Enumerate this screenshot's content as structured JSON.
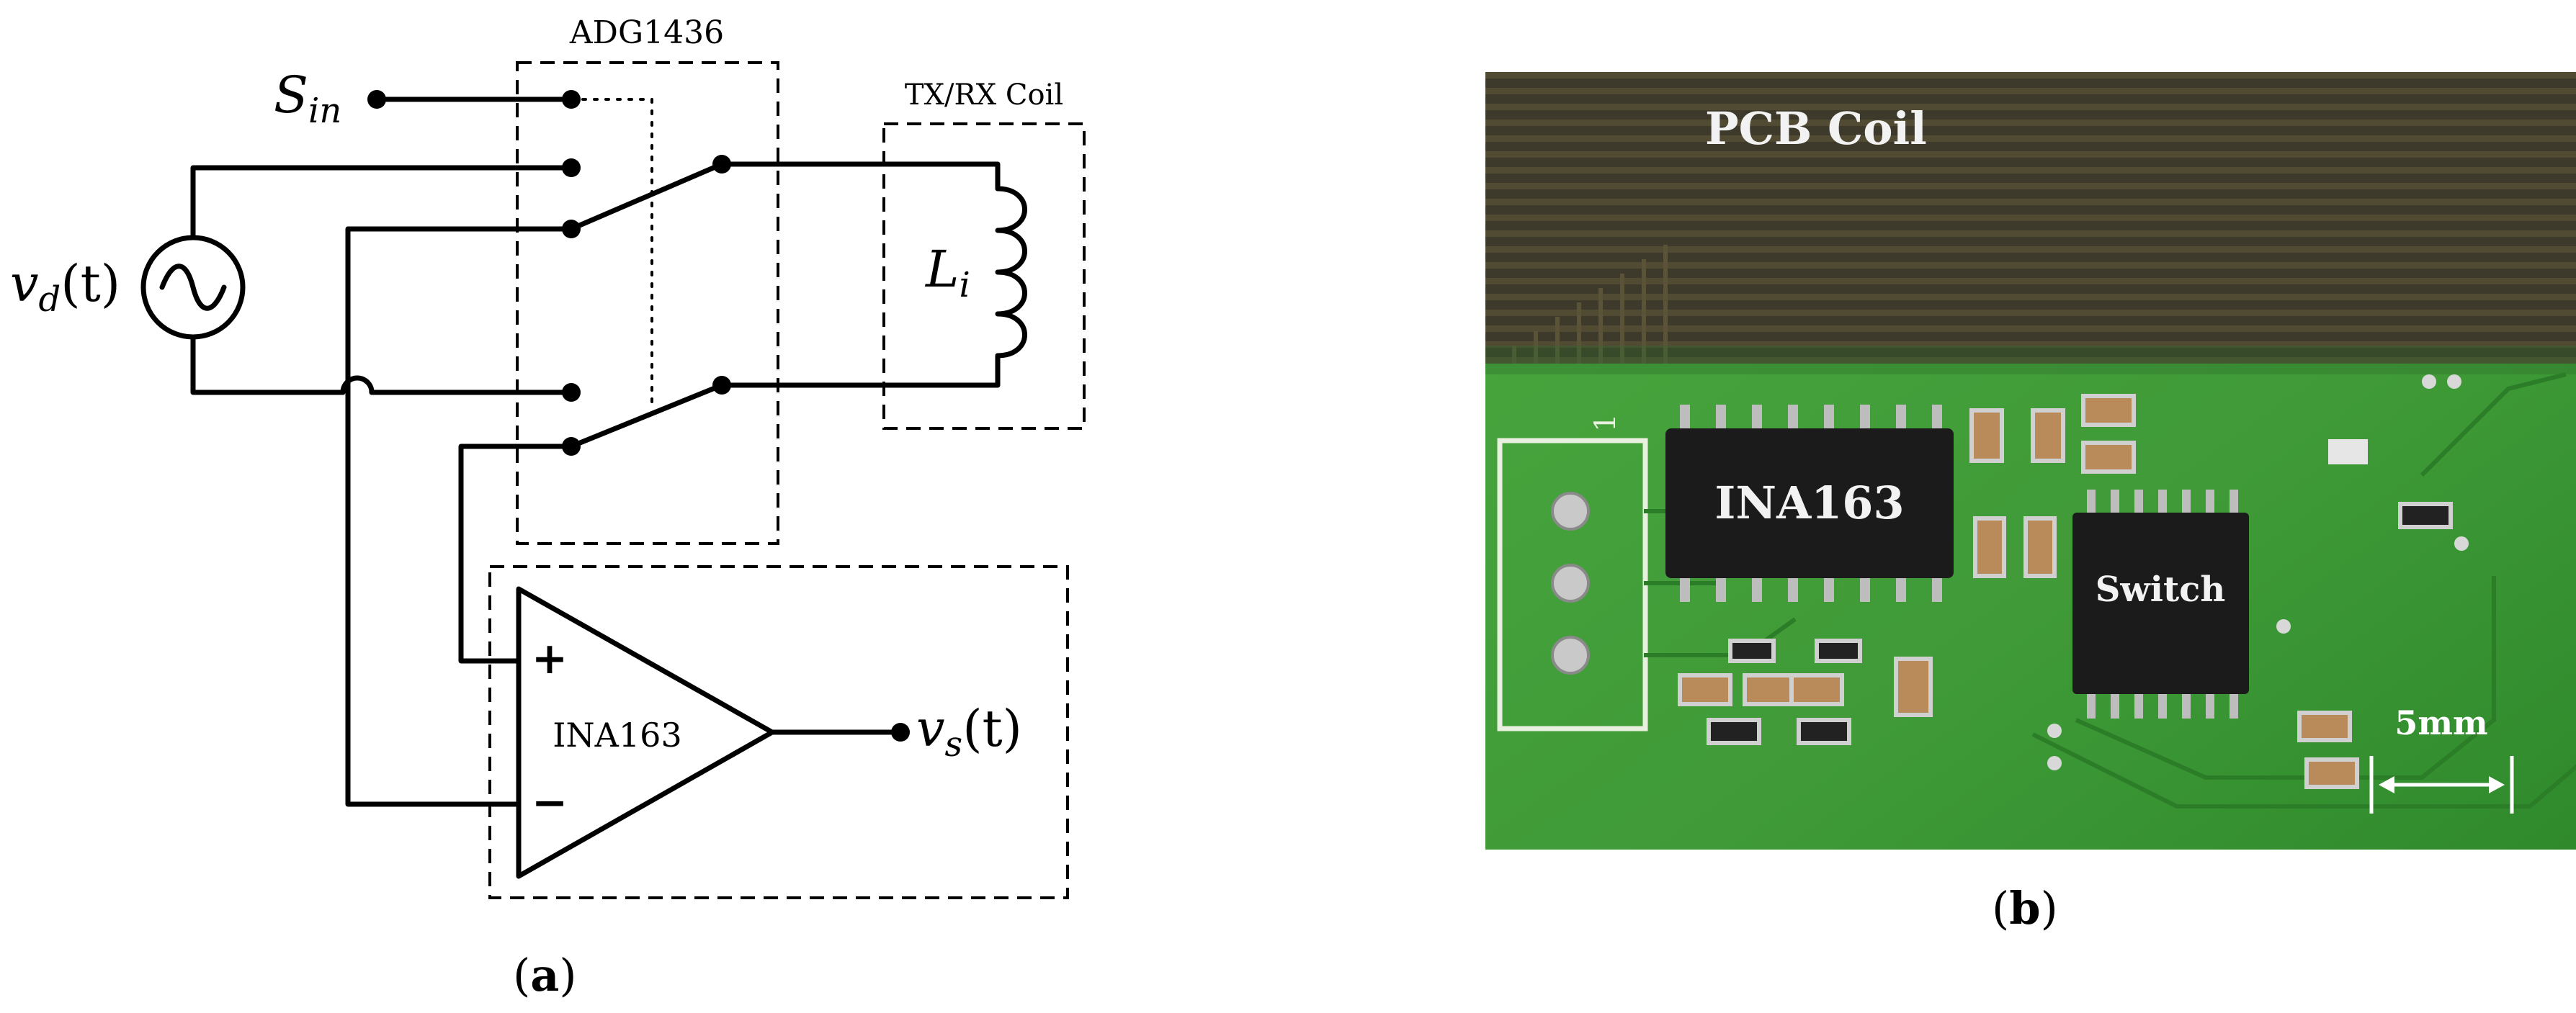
{
  "panel_a": {
    "caption_letter": "a",
    "switch_label": "ADG1436",
    "coil_box_label": "TX/RX Coil",
    "amp_label": "INA163",
    "sin_main": "S",
    "sin_sub": "in",
    "vd_main": "v",
    "vd_sub": "d",
    "vd_arg": "(t)",
    "vs_main": "v",
    "vs_sub": "s",
    "vs_arg": "(t)",
    "li_main": "L",
    "li_sub": "i",
    "plus_sign": "+",
    "minus_sign": "−"
  },
  "panel_b": {
    "caption_letter": "b",
    "pcb_coil_label": "PCB Coil",
    "ina_label": "INA163",
    "switch_label": "Switch",
    "scale_label": "5mm",
    "pin_marker": "1",
    "colors": {
      "board": "#3f9a37",
      "board_dark": "#2f7f2a",
      "coil_area": "#3c3a2a",
      "chip": "#1b1b1b"
    }
  }
}
